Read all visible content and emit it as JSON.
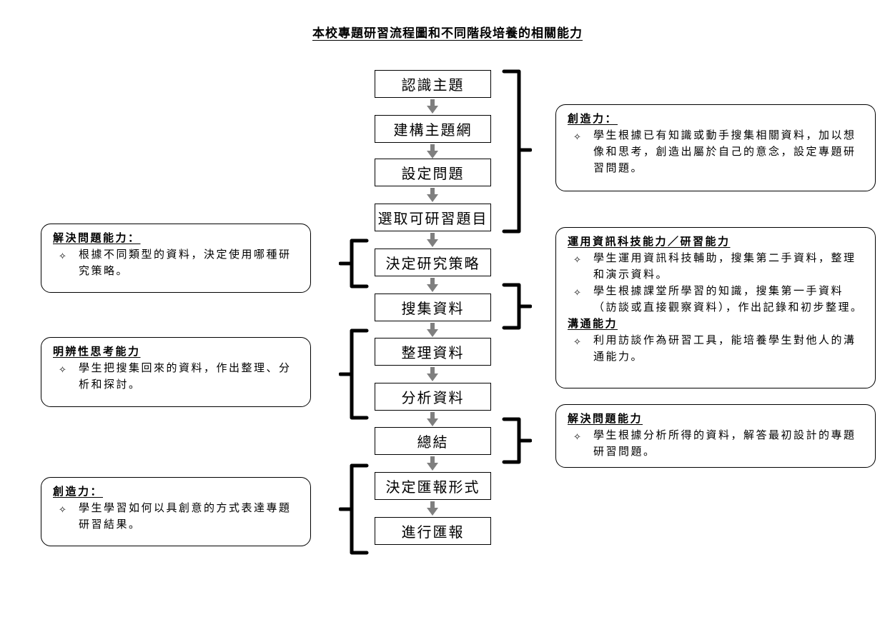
{
  "title": "本校專題研習流程圖和不同階段培養的相關能力",
  "bullet_glyph": "✧",
  "flow_steps": [
    "認識主題",
    "建構主題網",
    "設定問題",
    "選取可研習題目",
    "決定研究策略",
    "搜集資料",
    "整理資料",
    "分析資料",
    "總結",
    "決定匯報形式",
    "進行匯報"
  ],
  "left_notes": [
    {
      "title": "解決問題能力：",
      "bullets": [
        "根據不同類型的資料，決定使用哪種研究策略。"
      ]
    },
    {
      "title": "明辨性思考能力",
      "bullets": [
        "學生把搜集回來的資料，作出整理、分析和探討。"
      ]
    },
    {
      "title": "創造力：",
      "bullets": [
        "學生學習如何以具創意的方式表達專題研習結果。"
      ]
    }
  ],
  "right_notes": [
    {
      "sections": [
        {
          "title": "創造力：",
          "bullets": [
            "學生根據已有知識或動手搜集相關資料，加以想像和思考，創造出屬於自己的意念，設定專題研習問題。"
          ]
        }
      ]
    },
    {
      "sections": [
        {
          "title": "運用資訊科技能力／研習能力",
          "bullets": [
            "學生運用資訊科技輔助，搜集第二手資料，整理和演示資料。",
            "學生根據課堂所學習的知識，搜集第一手資料（訪談或直接觀察資料），作出記錄和初步整理。"
          ]
        },
        {
          "title": "溝通能力",
          "bullets": [
            "利用訪談作為研習工具，能培養學生對他人的溝通能力。"
          ]
        }
      ]
    },
    {
      "sections": [
        {
          "title": "解決問題能力",
          "bullets": [
            "學生根據分析所得的資料，解答最初設計的專題研習問題。"
          ]
        }
      ]
    }
  ],
  "colors": {
    "arrow": "#7f7f7f",
    "line": "#000000"
  }
}
